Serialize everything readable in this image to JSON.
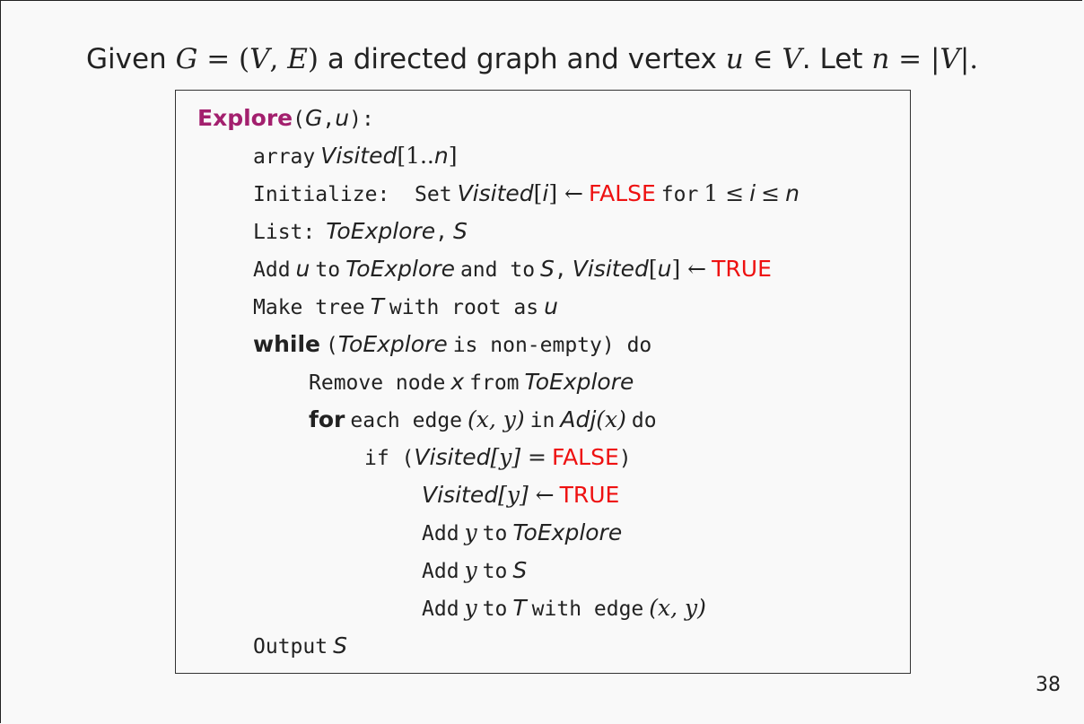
{
  "heading": {
    "given": "Given",
    "G": "G",
    "eq_open": "= (",
    "V": "V",
    "comma": ",",
    "E": "E",
    "close": ")",
    "text1": "a directed graph and vertex",
    "u": "u",
    "in": "∈",
    "V2": "V",
    "text2": ". Let",
    "n": "n",
    "eq2": "= |",
    "V3": "V",
    "end": "|."
  },
  "algorithm": {
    "title_keyword": "Explore",
    "title_args_open": "(",
    "title_G": "G",
    "title_comma": ",",
    "title_u": "u",
    "title_args_close": "):",
    "lines": [
      {
        "kw": "array",
        "rest_it": "Visited",
        "rest": "[1..",
        "n": "n",
        "close": "]"
      },
      {
        "kw": "Initialize:  Set",
        "visited": "Visited",
        "idx": "[",
        "i": "i",
        "idx2": "] ←",
        "false": "FALSE",
        "for": "for",
        "cond": "1 ≤",
        "i2": "i",
        "cond2": "≤",
        "n": "n"
      },
      {
        "kw": "List:",
        "te": "ToExplore",
        "comma": ",",
        "s": "S"
      },
      {
        "kw": "Add",
        "u": "u",
        "to": "to",
        "te": "ToExplore",
        "and": "and to",
        "s": "S",
        "comma": ",",
        "visited": "Visited",
        "idx": "[",
        "u2": "u",
        "idx2": "] ←",
        "true": "TRUE"
      },
      {
        "kw": "Make tree",
        "t": "T",
        "with": "with root as",
        "u": "u"
      },
      {
        "kw": "while",
        "open": "(",
        "te": "ToExplore",
        "rest": "is non-empty) do"
      },
      {
        "kw": "Remove node",
        "x": "x",
        "from": "from",
        "te": "ToExplore"
      },
      {
        "kw": "for",
        "each": "each edge",
        "pair": "(x, y)",
        "in": "in",
        "adj": "Adj",
        "adjx": "(x)",
        "do": "do"
      },
      {
        "kw": "if (",
        "visited": "Visited",
        "idx": "[y] =",
        "false": "FALSE",
        "close": ")"
      },
      {
        "visited": "Visited",
        "idx": "[y] ←",
        "true": "TRUE"
      },
      {
        "kw": "Add",
        "y": "y",
        "to": "to",
        "te": "ToExplore"
      },
      {
        "kw": "Add",
        "y": "y",
        "to": "to",
        "s": "S"
      },
      {
        "kw": "Add",
        "y": "y",
        "to": "to",
        "t": "T",
        "with": "with edge",
        "pair": "(x, y)"
      },
      {
        "kw": "Output",
        "s": "S"
      }
    ]
  },
  "page_number": "38",
  "colors": {
    "keyword_purple": "#a3206e",
    "highlight_red": "#ee1111",
    "text": "#222222"
  }
}
